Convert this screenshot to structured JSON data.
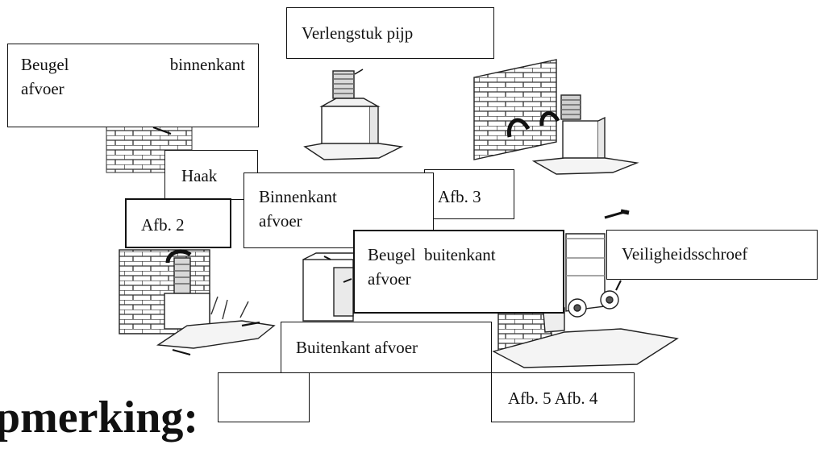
{
  "labels": {
    "verlengstuk": "Verlengstuk pijp",
    "beugel_binnenkant_1": "Beugel",
    "beugel_binnenkant_2": "binnenkant",
    "beugel_binnenkant_3": "afvoer",
    "haak": "Haak",
    "afb2": "Afb. 2",
    "binnenkant_afvoer_1": "Binnenkant",
    "binnenkant_afvoer_2": "afvoer",
    "afb3": "Afb. 3",
    "beugel_buitenkant_1": "Beugel  buitenkant",
    "beugel_buitenkant_2": "afvoer",
    "veiligheidsschroef": "Veiligheidsschroef",
    "buitenkant_afvoer": "Buitenkant afvoer",
    "afb5_afb4": "Afb. 5 Afb. 4"
  },
  "heading": "pmerking:",
  "colors": {
    "line": "#111111",
    "hatch": "#555555",
    "box_border": "#111111"
  }
}
